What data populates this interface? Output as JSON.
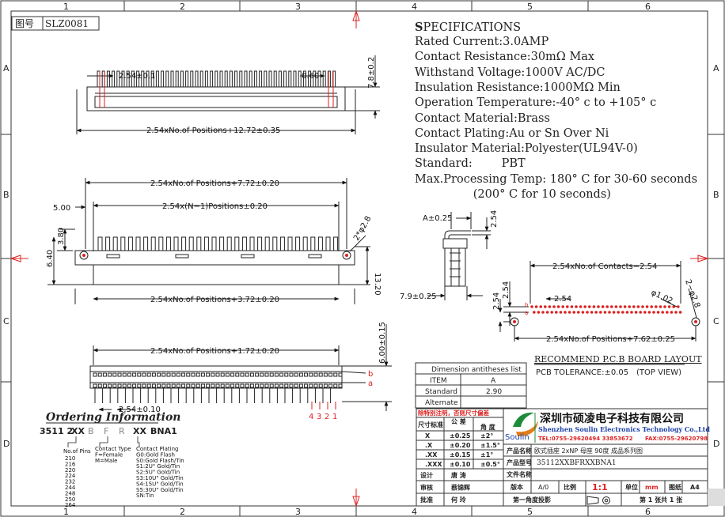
{
  "frame": {
    "columns": [
      "1",
      "2",
      "3",
      "4",
      "5",
      "6"
    ],
    "rows": [
      "A",
      "B",
      "C",
      "D"
    ]
  },
  "drawing_no": {
    "label": "图号",
    "value": "SLZ0081"
  },
  "specifications": {
    "title_first": "S",
    "title_rest": "PECIFICATIONS",
    "lines": [
      "Rated Current:3.0AMP",
      "Contact Resistance:30mΩ Max",
      "Withstand Voltage:1000V AC/DC",
      "Insulation Resistance:1000MΩ Min",
      "Operation Temperature:-40° c to +105° c",
      "Contact Material:Brass",
      "Contact Plating:Au or Sn Over Ni",
      "Insulator Material:Polyester(UL94V-0)",
      "Standard:        PBT",
      "Max.Processing Temp: 180° C for 30-60 seconds",
      "                (200° C for 10 seconds)"
    ]
  },
  "dims": {
    "top_pitch": "2.54±0.1",
    "top_pin": "0.60",
    "top_height": "7.8±0.2",
    "top_length": "2.54xNo.of  Positions+12.72±0.35",
    "mid_outer": "2.54xNo.of  Positions+7.72±0.20",
    "mid_inner": "2.54x(N−1)Positions±0.20",
    "mid_500": "5.00",
    "mid_380": "3.80",
    "mid_640": "6.40",
    "mid_hole": "2*φ2.8",
    "mid_1320": "13.20",
    "mid_body": "2.54xNo.of  Positions+3.72±0.20",
    "bot_length": "2.54xNo.of  Positions+1.72±0.20",
    "bot_height": "6.00±0.15",
    "bot_pitch": "2.54±0.10",
    "bot_a": "a",
    "bot_b": "b",
    "pin_numbers": [
      "4",
      "3",
      "2",
      "1"
    ],
    "side_a": "A±0.25",
    "side_254": "2.54",
    "side_79": "7.9±0.25",
    "pcb_contacts": "2.54xNo.of  Contacts−2.54",
    "pcb_254a": "2.54",
    "pcb_254b": "2.54",
    "pcb_254c": "2.54",
    "pcb_d1": "φ1.02",
    "pcb_d2": "2−φ2.8",
    "pcb_total": "2.54xNo.of  Positions+7.62±0.25",
    "pcb_a": "a",
    "pcb_b": "b"
  },
  "pcb_layout": {
    "title": "RECOMMEND  P.C.B  BOARD  LAYOUT",
    "tolerance": "PCB TOLERANCE:±0.05",
    "view": "(TOP  VIEW)"
  },
  "dimension_table": {
    "title": "Dimension  antitheses  list",
    "headers": [
      "ITEM",
      "A"
    ],
    "rows": [
      [
        "Standard",
        "2.90"
      ],
      [
        "Alternate",
        ""
      ]
    ]
  },
  "ordering": {
    "title": "Ordering Information",
    "code_parts": [
      "3511 2",
      "XX",
      "B",
      "F",
      "R",
      "XX",
      "BNA1"
    ],
    "pins_title": "No.of Pins",
    "pins": [
      "210",
      "216",
      "220",
      "224",
      "232",
      "244",
      "248",
      "250",
      "264"
    ],
    "contact_type": [
      "Contact  Type",
      "F=Female",
      "M=Male"
    ],
    "plating": [
      "Contact  Plating",
      "G0:Gold  Flash",
      "S0:Gold  Flash/Tin",
      "S1:2U\"  Gold/Tin",
      "S2:5U\"  Gold/Tin",
      "S3:10U\"  Gold/Tin",
      "S4:15U\"  Gold/Tin",
      "S5:30U\"  Gold/Tin",
      "SN:Tin"
    ]
  },
  "title_block": {
    "tol_header": "除特别注明，否则尺寸偏差",
    "tol_col1": "尺寸标准",
    "tol_col2": "公 差",
    "tol_col3": "角 度",
    "tol_rows": [
      [
        "X",
        "±0.25",
        "±2°"
      ],
      [
        ".X",
        "±0.20",
        "±1.5°"
      ],
      [
        ".XX",
        "±0.15",
        "±1°"
      ],
      [
        ".XXX",
        "±0.10",
        "±0.5°"
      ]
    ],
    "roles": [
      [
        "设计",
        "唐 涛"
      ],
      [
        "审核",
        "蔡锦辉"
      ],
      [
        "批准",
        "何 玲"
      ]
    ],
    "company_cn": "深圳市硕凌电子科技有限公司",
    "company_en": "Shenzhen Soulin Electronics Technology Co.,Ltd",
    "tel": "TEL:0755-29620494  33853672",
    "fax": "FAX:0755-29620798",
    "logo": "Soulin",
    "product_name_label": "产品名称",
    "product_name": "欧式插座  2xNP  母座  90度  成品系列图",
    "product_no_label": "产品型号",
    "product_no": "35112XXBFRXXBNA1",
    "file_label": "文件名称",
    "version_label": "版本",
    "version": "A/0",
    "scale_label": "比例",
    "scale": "1:1",
    "unit_label": "单位",
    "unit": "mm",
    "size_label": "图纸",
    "size": "A4",
    "angle_label": "第一角度投影",
    "sheet": "第 1 张共 1 张"
  },
  "colors": {
    "red": "#d22222",
    "blue": "#1a3fa8",
    "green": "#1d8b3a",
    "outline": "#222222"
  }
}
